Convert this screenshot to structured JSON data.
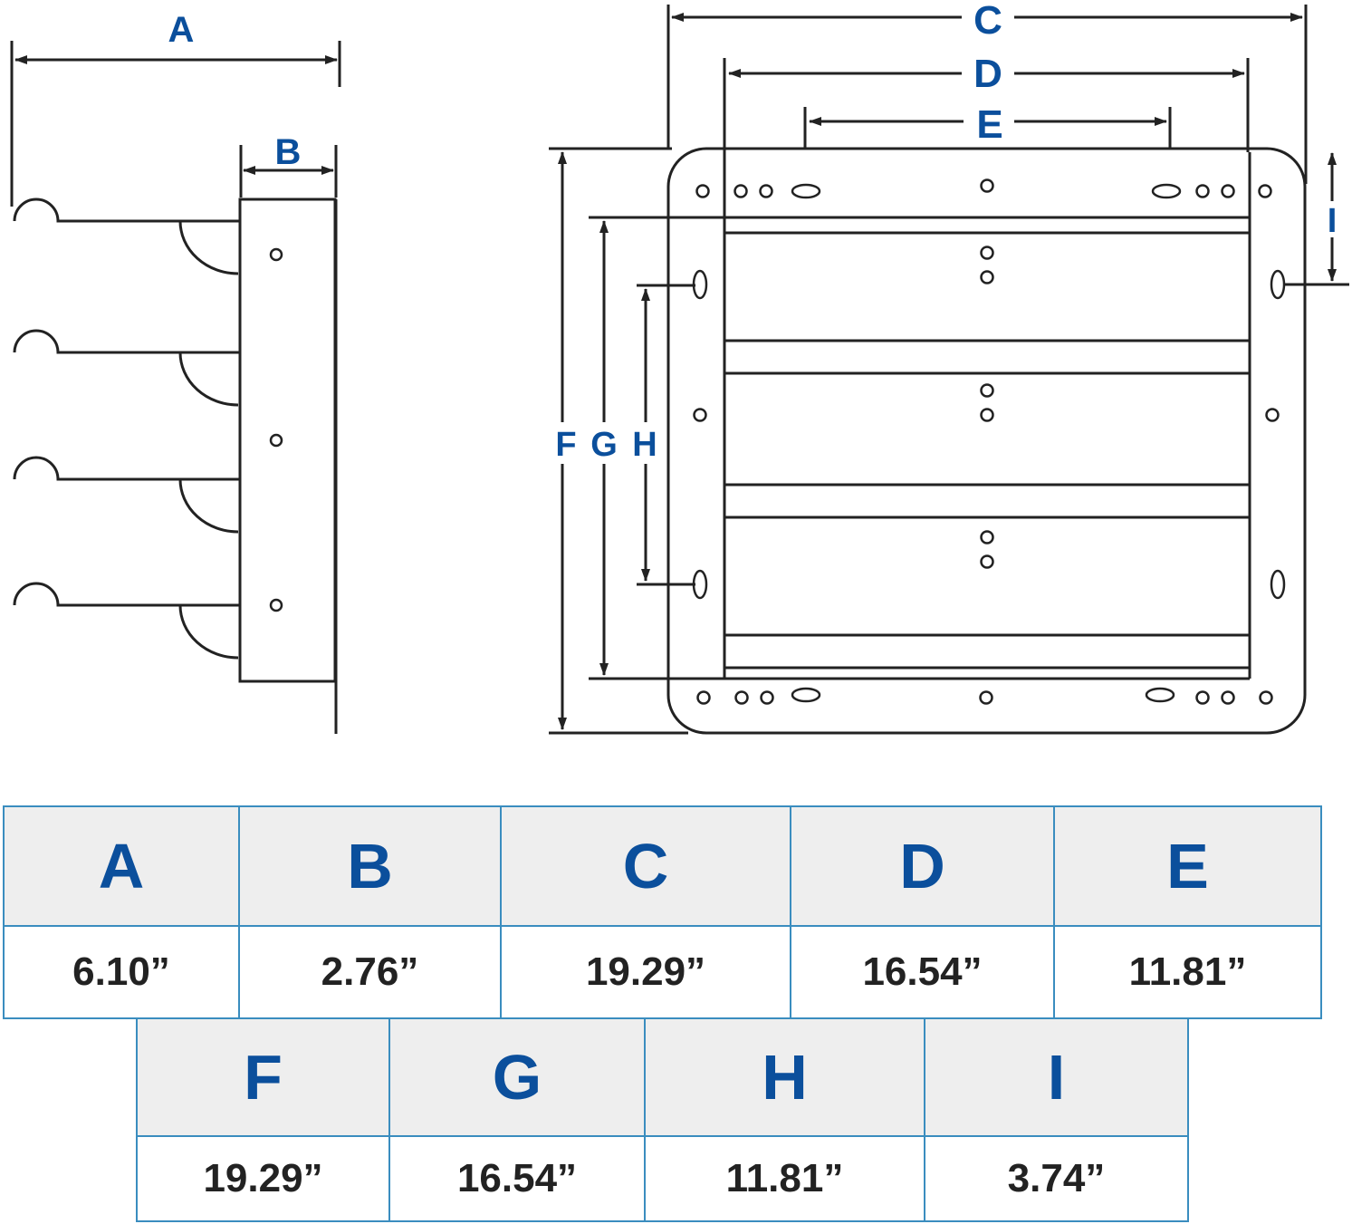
{
  "drawing": {
    "side_labels": {
      "a": "A",
      "b": "B"
    },
    "front_labels": {
      "c": "C",
      "d": "D",
      "e": "E",
      "f": "F",
      "g": "G",
      "h": "H",
      "i": "I"
    }
  },
  "table": {
    "row1": [
      {
        "label": "A",
        "value": "6.10”"
      },
      {
        "label": "B",
        "value": "2.76”"
      },
      {
        "label": "C",
        "value": "19.29”"
      },
      {
        "label": "D",
        "value": "16.54”"
      },
      {
        "label": "E",
        "value": "11.81”"
      }
    ],
    "row2": [
      {
        "label": "F",
        "value": "19.29”"
      },
      {
        "label": "G",
        "value": "16.54”"
      },
      {
        "label": "H",
        "value": "11.81”"
      },
      {
        "label": "I",
        "value": "3.74”"
      }
    ]
  },
  "colors": {
    "label_blue": "#0b4f9c",
    "table_border": "#3a8dbf",
    "header_bg": "#eeeeee",
    "line": "#222222"
  }
}
